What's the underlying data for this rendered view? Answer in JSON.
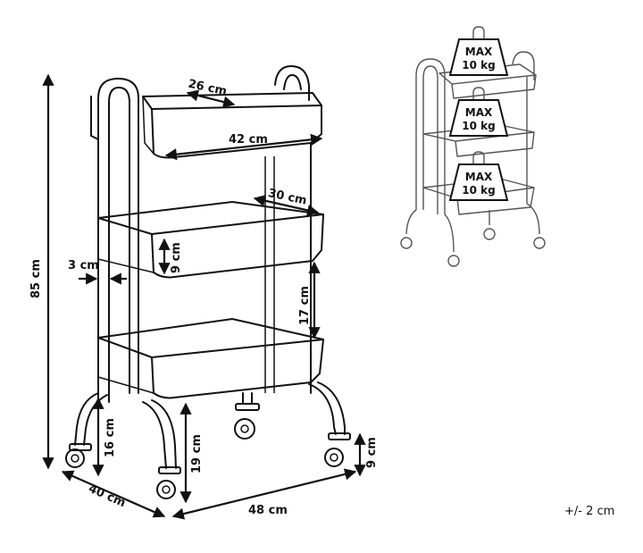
{
  "dimensions": {
    "top_depth": "26 cm",
    "top_width": "42 cm",
    "middle_depth": "30 cm",
    "basket_height": "9 cm",
    "shelf_gap": "17 cm",
    "total_height": "85 cm",
    "tube_width": "3 cm",
    "lower_leg": "16 cm",
    "clearance": "19 cm",
    "wheel_height": "9 cm",
    "base_depth": "40 cm",
    "base_width": "48 cm"
  },
  "load": {
    "top": [
      "MAX",
      "10 kg"
    ],
    "middle": [
      "MAX",
      "10 kg"
    ],
    "bottom": [
      "MAX",
      "10 kg"
    ]
  },
  "tolerance": "+/- 2 cm"
}
